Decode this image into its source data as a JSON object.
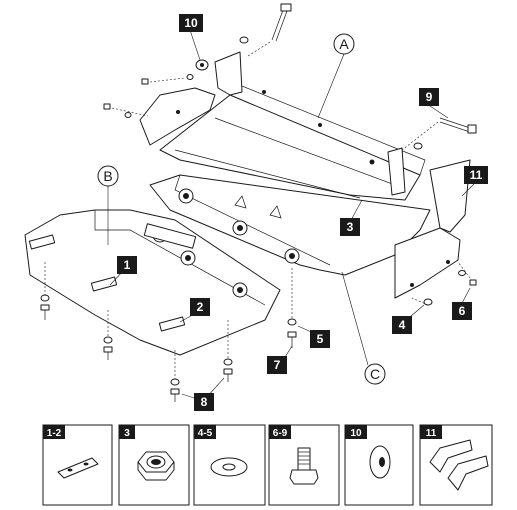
{
  "diagram": {
    "callouts": [
      "10",
      "9",
      "11",
      "1",
      "2",
      "3",
      "4",
      "5",
      "6",
      "7",
      "8"
    ],
    "letters": [
      "A",
      "B",
      "C"
    ]
  },
  "legend": {
    "cells": [
      {
        "label": "1-2",
        "icon": "bracket-plate-icon"
      },
      {
        "label": "3",
        "icon": "hex-nut-icon"
      },
      {
        "label": "4-5",
        "icon": "washer-icon"
      },
      {
        "label": "6-9",
        "icon": "bolt-icon"
      },
      {
        "label": "10",
        "icon": "large-washer-icon"
      },
      {
        "label": "11",
        "icon": "side-bracket-icon"
      }
    ]
  }
}
